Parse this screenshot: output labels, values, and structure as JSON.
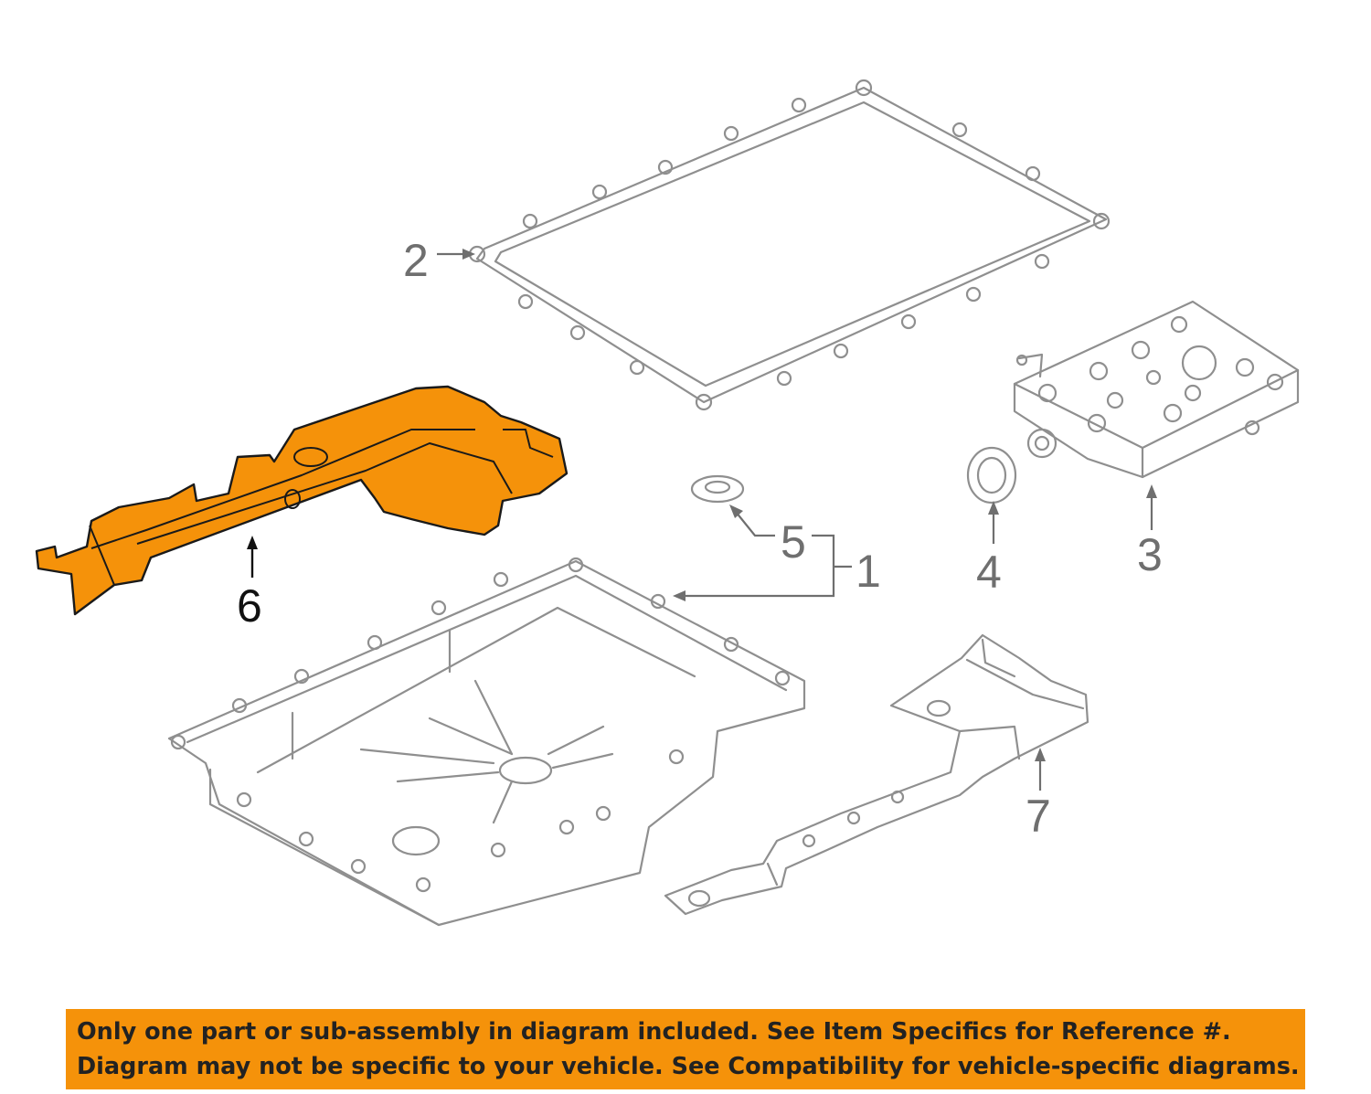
{
  "callouts": [
    {
      "id": "1",
      "label": "1"
    },
    {
      "id": "2",
      "label": "2"
    },
    {
      "id": "3",
      "label": "3"
    },
    {
      "id": "4",
      "label": "4"
    },
    {
      "id": "5",
      "label": "5"
    },
    {
      "id": "6",
      "label": "6"
    },
    {
      "id": "7",
      "label": "7"
    }
  ],
  "highlighted_part": "6",
  "colors": {
    "highlight": "#f5920a",
    "outline": "#8f8f8f",
    "banner": "#f5920a"
  },
  "disclaimer": {
    "line1": "Only one part or sub-assembly in diagram included. See Item Specifics for Reference #.",
    "line2": "Diagram may not be specific to your vehicle. See Compatibility for vehicle-specific diagrams."
  }
}
